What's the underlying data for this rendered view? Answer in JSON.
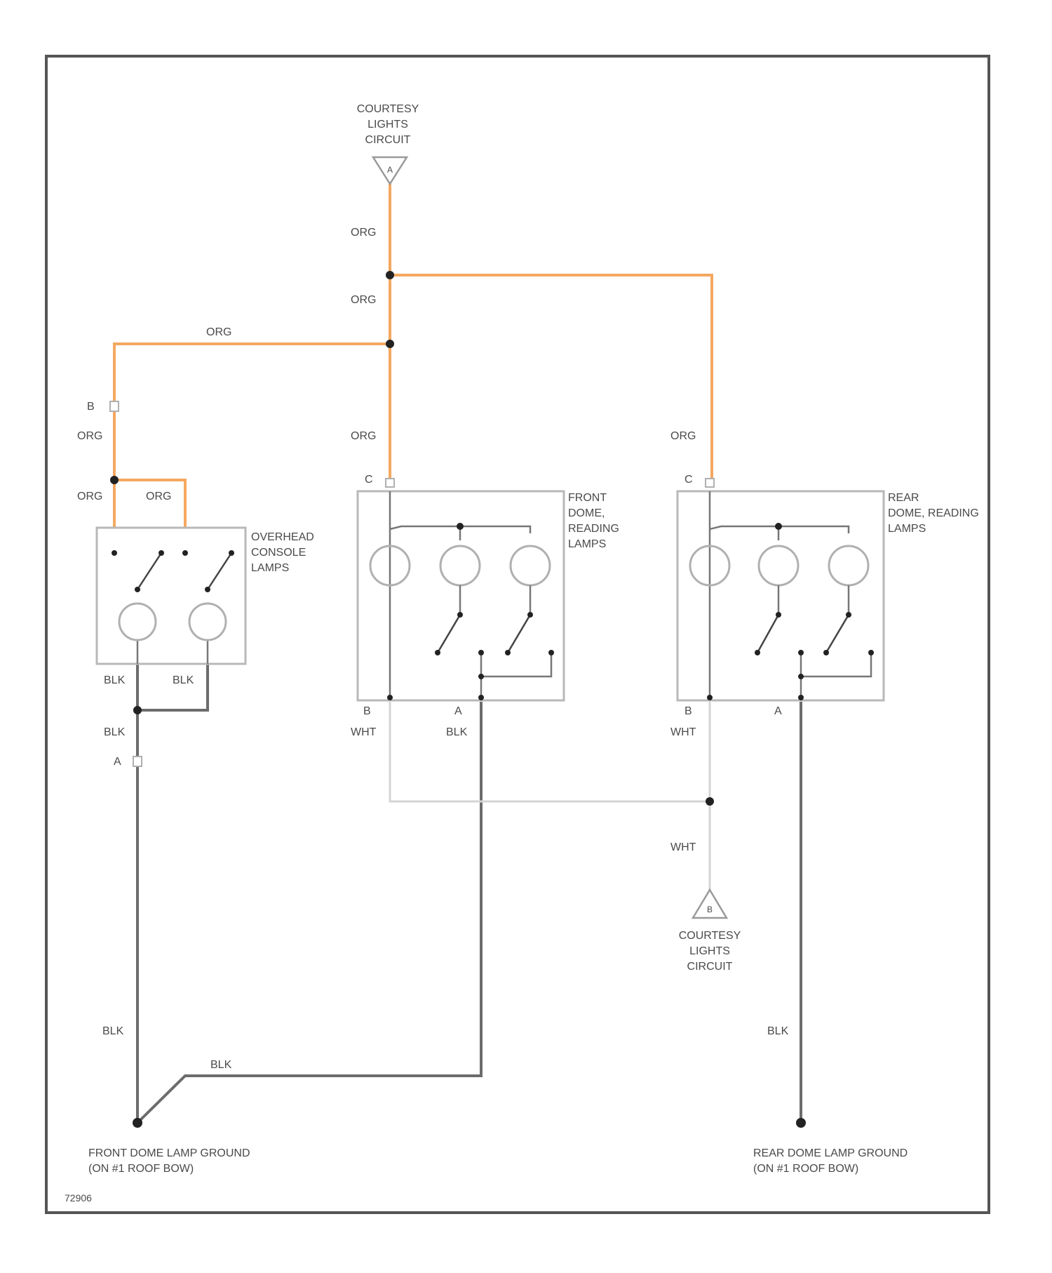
{
  "diagram": {
    "top_source_label": [
      "COURTESY",
      "LIGHTS",
      "CIRCUIT"
    ],
    "bottom_source_label": [
      "COURTESY",
      "LIGHTS",
      "CIRCUIT"
    ],
    "overhead_label": [
      "OVERHEAD",
      "CONSOLE",
      "LAMPS"
    ],
    "front_label": [
      "FRONT",
      "DOME,",
      "READING",
      "LAMPS"
    ],
    "rear_label": [
      "REAR",
      "DOME, READING",
      "LAMPS"
    ],
    "front_ground_label": [
      "FRONT DOME LAMP GROUND",
      "(ON #1 ROOF BOW)"
    ],
    "rear_ground_label": [
      "REAR DOME LAMP GROUND",
      "(ON #1 ROOF BOW)"
    ],
    "diagram_id": "72906",
    "wire_colors": {
      "org": "ORG",
      "blk": "BLK",
      "wht": "WHT"
    },
    "pins": {
      "a": "A",
      "b": "B",
      "c": "C"
    },
    "colors": {
      "org_wire": "#f4a860",
      "blk_wire": "#6c6c6c",
      "wht_wire": "#d4d4d4"
    }
  }
}
